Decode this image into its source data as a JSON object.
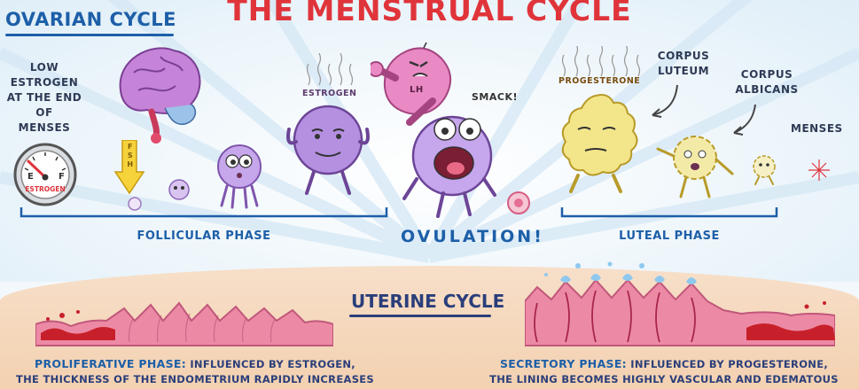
{
  "title": "THE MENSTRUAL CYCLE",
  "ovarian": {
    "heading": "OVARIAN CYCLE",
    "low_estrogen": [
      "LOW",
      "ESTROGEN",
      "AT THE END OF",
      "MENSES"
    ],
    "gauge": {
      "e": "E",
      "f": "F",
      "label": "ESTROGEN"
    },
    "fsh": "FSH",
    "estrogen_chip": "ESTROGEN",
    "lh": "LH",
    "smack": "SMACK!",
    "progesterone_chip": "PROGESTERONE",
    "corpus_luteum": [
      "CORPUS",
      "LUTEUM"
    ],
    "corpus_albicans": [
      "CORPUS",
      "ALBICANS"
    ],
    "menses": "MENSES",
    "follicular_phase": "FOLLICULAR PHASE",
    "ovulation": "OVULATION!",
    "luteal_phase": "LUTEAL PHASE"
  },
  "uterine": {
    "heading": "UTERINE CYCLE",
    "proliferative": {
      "name": "PROLIFERATIVE PHASE:",
      "line1": "INFLUENCED BY ESTROGEN,",
      "line2": "THE THICKNESS OF THE ENDOMETRIUM RAPIDLY INCREASES"
    },
    "secretory": {
      "name": "SECRETORY PHASE:",
      "line1": "INFLUENCED BY PROGESTERONE,",
      "line2": "THE LINING BECOMES HIGHLY VASCULAR AND EDEMATOUS"
    }
  },
  "colors": {
    "title_red": "#e0343b",
    "heading_blue": "#1d5fa8",
    "follicle_purple": "#b58fe0",
    "lh_pink": "#e98ac4",
    "corpus_yellow": "#f3e68a",
    "tissue_pink": "#ec8aa6",
    "blood_red": "#c8202a"
  }
}
